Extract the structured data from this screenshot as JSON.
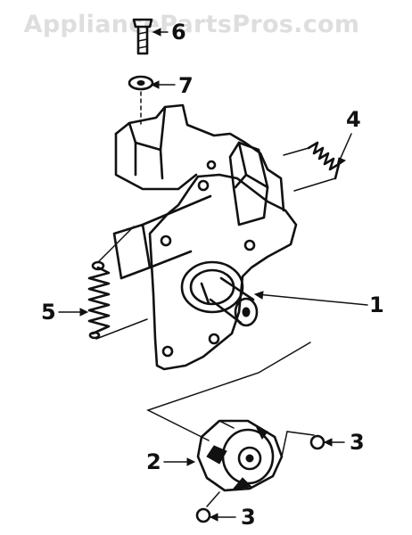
{
  "watermark": {
    "text": "AppliancePartsPros.com"
  },
  "callouts": [
    {
      "id": "6",
      "label": "6"
    },
    {
      "id": "7",
      "label": "7"
    },
    {
      "id": "4",
      "label": "4"
    },
    {
      "id": "5",
      "label": "5"
    },
    {
      "id": "1",
      "label": "1"
    },
    {
      "id": "2",
      "label": "2"
    },
    {
      "id": "3a",
      "label": "3"
    },
    {
      "id": "3b",
      "label": "3"
    }
  ],
  "colors": {
    "ink": "#111111",
    "watermark": "#dedede",
    "background": "#ffffff"
  }
}
